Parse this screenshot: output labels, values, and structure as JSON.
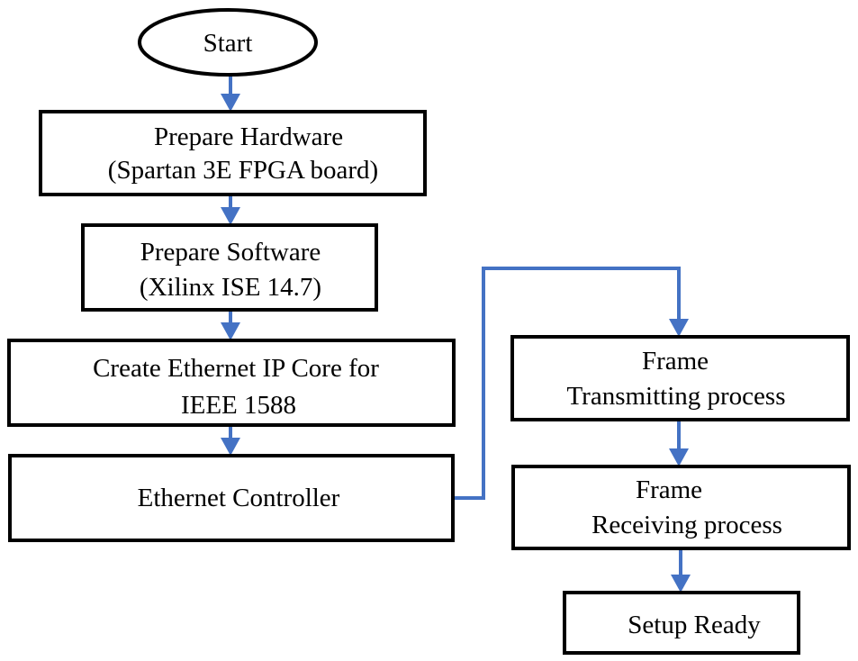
{
  "nodes": {
    "start": "Start",
    "prepare_hardware": [
      "Prepare Hardware",
      "(Spartan 3E FPGA board)"
    ],
    "prepare_software": [
      "Prepare Software",
      "(Xilinx ISE 14.7)"
    ],
    "create_ip_core": [
      "Create Ethernet IP Core for",
      "IEEE 1588"
    ],
    "ethernet_controller": "Ethernet Controller",
    "frame_transmitting": [
      "Frame",
      "Transmitting process"
    ],
    "frame_receiving": [
      "Frame",
      "Receiving process"
    ],
    "setup_ready": "Setup Ready"
  },
  "colors": {
    "connector": "#4472c4",
    "border": "#000000",
    "fill": "#ffffff"
  }
}
